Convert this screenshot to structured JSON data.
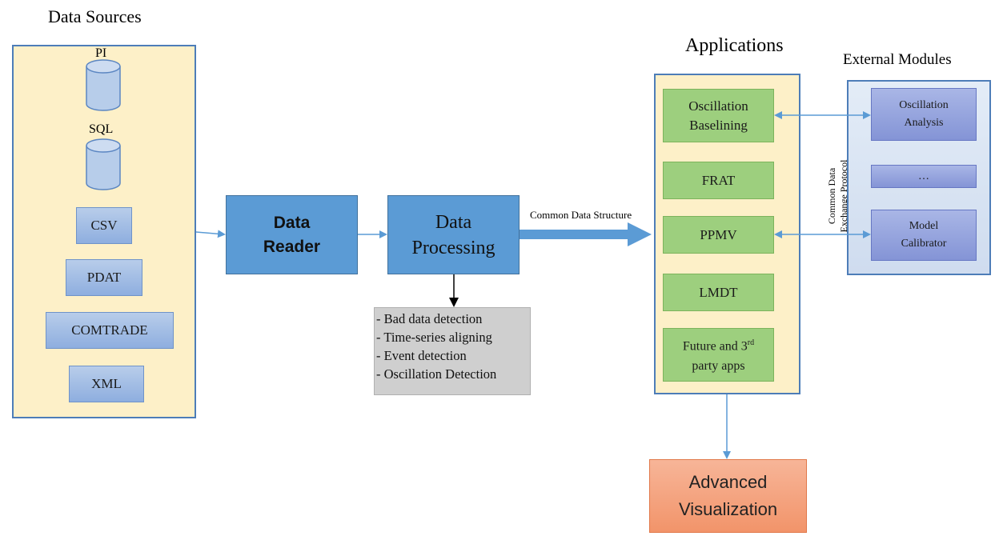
{
  "data_sources": {
    "title": "Data Sources",
    "items": [
      {
        "label": "PI",
        "kind": "database"
      },
      {
        "label": "SQL",
        "kind": "database"
      },
      {
        "label": "CSV",
        "kind": "file"
      },
      {
        "label": "PDAT",
        "kind": "file"
      },
      {
        "label": "COMTRADE",
        "kind": "file"
      },
      {
        "label": "XML",
        "kind": "file"
      }
    ]
  },
  "data_reader": {
    "line1": "Data",
    "line2": "Reader"
  },
  "data_processing": {
    "line1": "Data",
    "line2": "Processing",
    "features": [
      "- Bad data detection",
      "- Time-series  aligning",
      "- Event detection",
      "- Oscillation  Detection"
    ]
  },
  "flow_label": "Common Data Structure",
  "applications": {
    "title": "Applications",
    "items": [
      {
        "line1": "Oscillation",
        "line2": "Baselining"
      },
      {
        "line1": "FRAT"
      },
      {
        "line1": "PPMV"
      },
      {
        "line1": "LMDT"
      },
      {
        "line1": "Future and 3",
        "sup": "rd",
        "line2": "party apps"
      }
    ]
  },
  "protocol_label": {
    "line1": "Common Data",
    "line2": "Exchange Protocol"
  },
  "external_modules": {
    "title": "External Modules",
    "items": [
      {
        "line1": "Oscillation",
        "line2": "Analysis"
      },
      {
        "line1": "…"
      },
      {
        "line1": "Model",
        "line2": "Calibrator"
      }
    ]
  },
  "advanced_visualization": {
    "line1": "Advanced",
    "line2": "Visualization"
  },
  "colors": {
    "panel_fill": "#fdf0c8",
    "panel_border": "#4d7db8",
    "arrow": "#5b9bd5",
    "app_green": "#9dcf7e",
    "module_purple": "#8494d6",
    "visualization_orange": "#f4a27f"
  }
}
